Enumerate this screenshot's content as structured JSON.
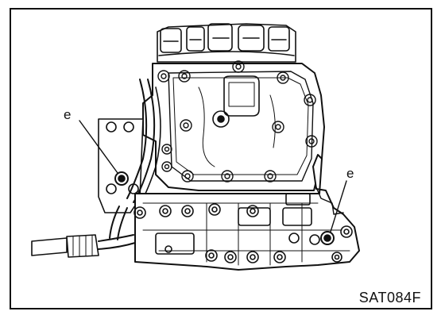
{
  "diagram": {
    "figure_code": "SAT084F",
    "callouts": [
      {
        "id": "left",
        "label": "e"
      },
      {
        "id": "right",
        "label": "e"
      }
    ],
    "colors": {
      "line": "#111111",
      "background": "#ffffff"
    }
  }
}
